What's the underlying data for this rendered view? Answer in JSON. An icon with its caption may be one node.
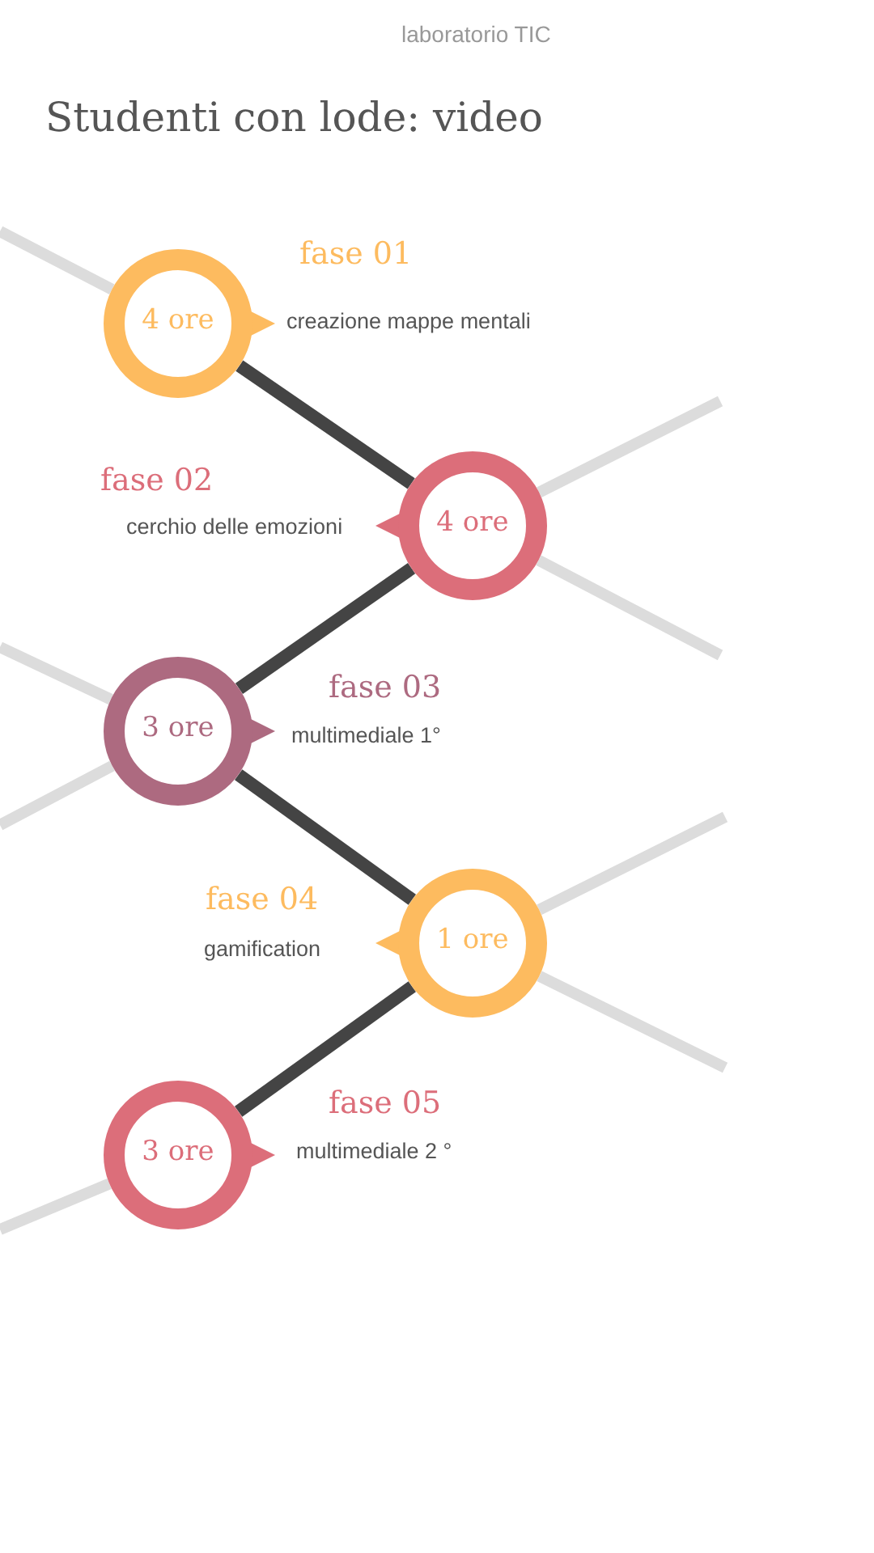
{
  "diagram": {
    "title": "Studenti con lode: video",
    "nodes": [
      {
        "text": [
          "4 ore"
        ],
        "beside": [
          "fase 01",
          "creazione mappe mentali"
        ]
      },
      {
        "text": [
          "4 ore"
        ],
        "beside": [
          "fase 02",
          "cerchio delle emozioni"
        ]
      },
      {
        "text": [
          "3 ore"
        ],
        "beside": [
          "fase 03",
          "multimediale  1°"
        ]
      },
      {
        "text": [
          "1 ore"
        ],
        "beside": [
          "fase 04",
          "gamification"
        ]
      },
      {
        "text": [
          "3 ore"
        ],
        "beside": [
          "fase 05",
          "multimediale 2 °"
        ]
      }
    ],
    "edges": [
      {
        "from": 0,
        "to": 1,
        "arrow": "none"
      },
      {
        "from": 1,
        "to": 2,
        "arrow": "none"
      },
      {
        "from": 2,
        "to": 3,
        "arrow": "none"
      },
      {
        "from": 3,
        "to": 4,
        "arrow": "none"
      }
    ],
    "labels": [
      "laboratorio TIC"
    ]
  }
}
